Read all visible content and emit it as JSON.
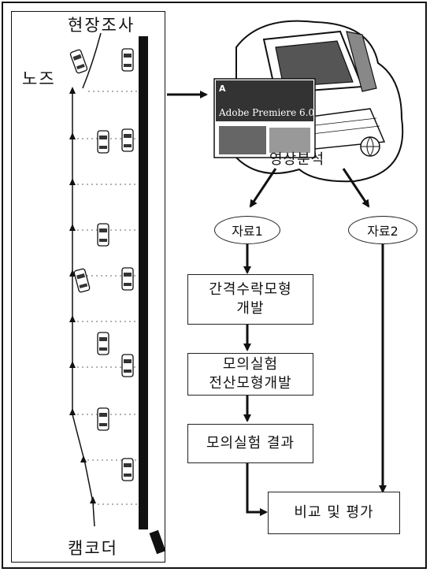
{
  "labels": {
    "site_survey": "현장조사",
    "nose": "노즈",
    "camcorder": "캠코더",
    "video_analysis": "영상분석"
  },
  "software_box": {
    "brand": "Adobe Premiere 6.0",
    "logo": "A"
  },
  "flow": {
    "data1": "자료1",
    "data2": "자료2",
    "gap_model": "간격수락모형\n개발",
    "sim_model": "모의실험\n전산모형개발",
    "sim_result": "모의실험 결과",
    "compare": "비교 및 평가"
  },
  "icons": {
    "computer": "computer-illustration-icon",
    "globe": "globe-icon",
    "camcorder": "camcorder-icon",
    "car": "car-icon"
  }
}
